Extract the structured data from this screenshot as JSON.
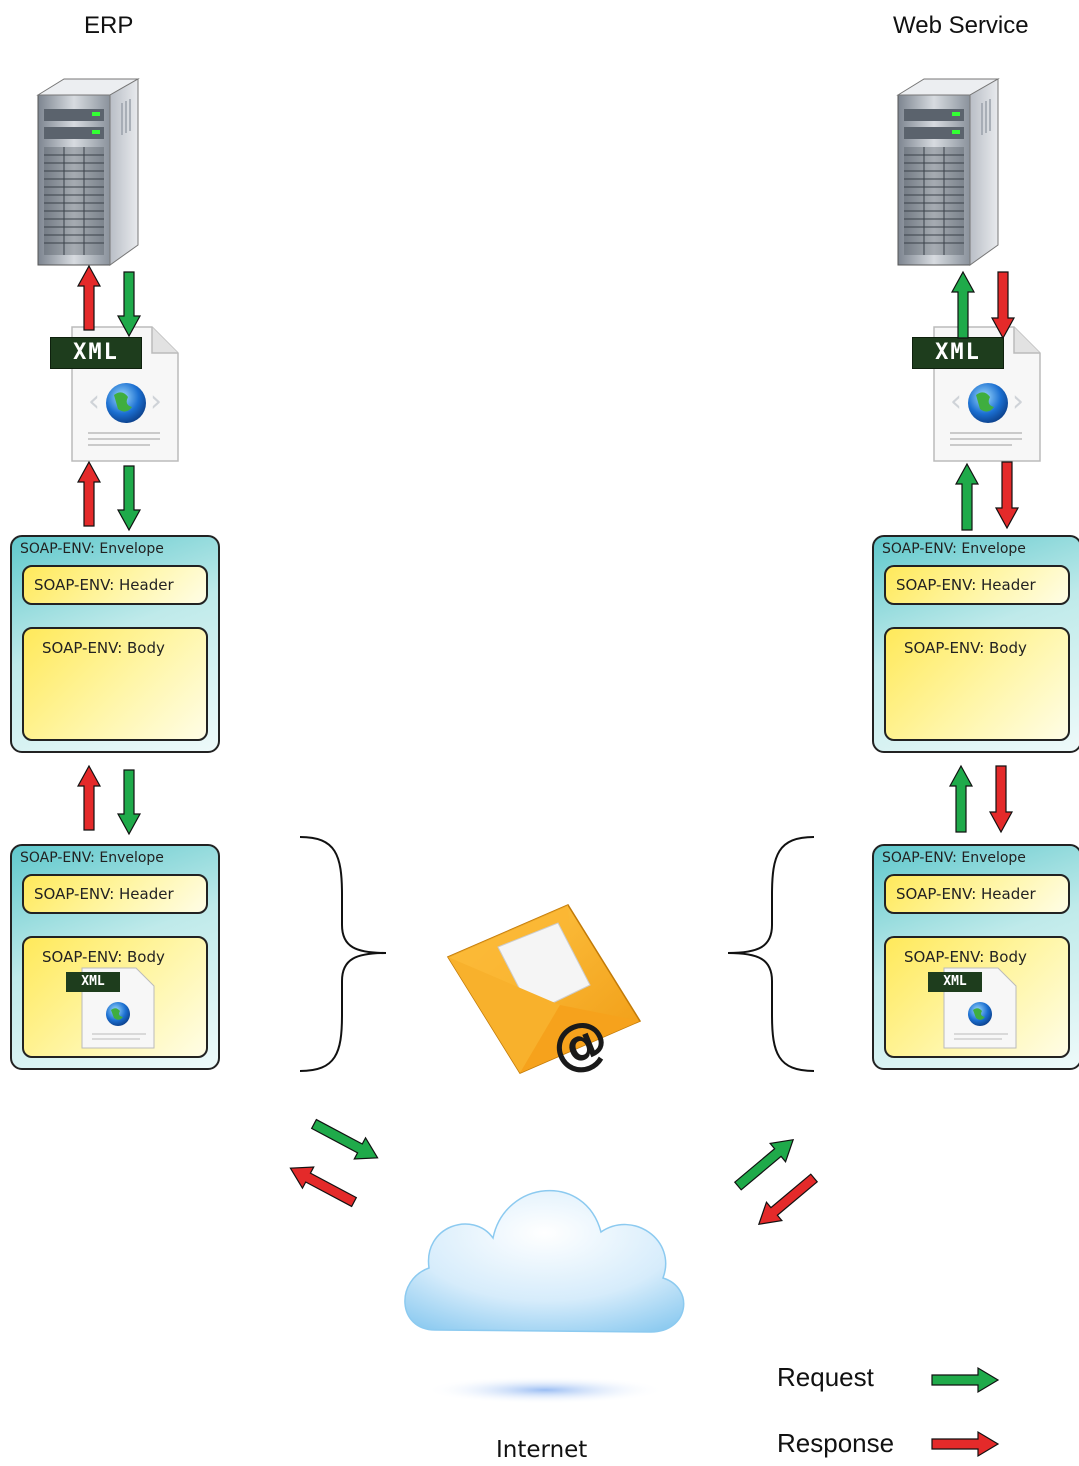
{
  "titles": {
    "left": "ERP",
    "right": "Web Service"
  },
  "xml_badge": "XML",
  "envelope": {
    "envelope_label": "SOAP-ENV: Envelope",
    "header_label": "SOAP-ENV: Header",
    "body_label": "SOAP-ENV: Body"
  },
  "cloud_label": "Internet",
  "legend": {
    "request": "Request",
    "response": "Response"
  },
  "colors": {
    "request": "#1faa4a",
    "response": "#e42a2a"
  }
}
